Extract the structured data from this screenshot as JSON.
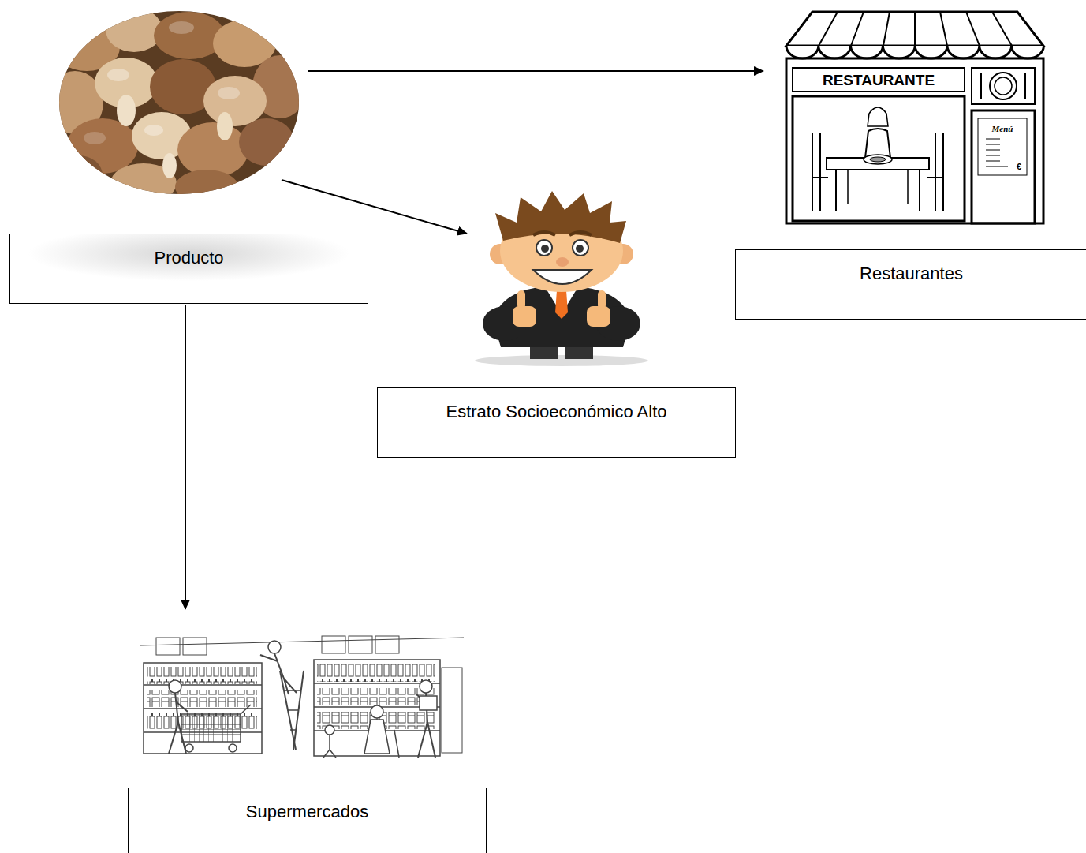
{
  "diagram": {
    "nodes": [
      {
        "text": [
          "Producto"
        ]
      },
      {
        "text": [
          "Restaurantes"
        ]
      },
      {
        "text": [
          "Estrato Socioeconómico Alto"
        ]
      },
      {
        "text": [
          "Supermercados"
        ]
      }
    ],
    "edges": [
      {
        "from": 0,
        "to": 1,
        "arrow": "to"
      },
      {
        "from": 0,
        "to": 2,
        "arrow": "to"
      },
      {
        "from": 0,
        "to": 3,
        "arrow": "to"
      }
    ],
    "labels": [
      "RESTAURANTE",
      "Menú",
      "€"
    ]
  }
}
